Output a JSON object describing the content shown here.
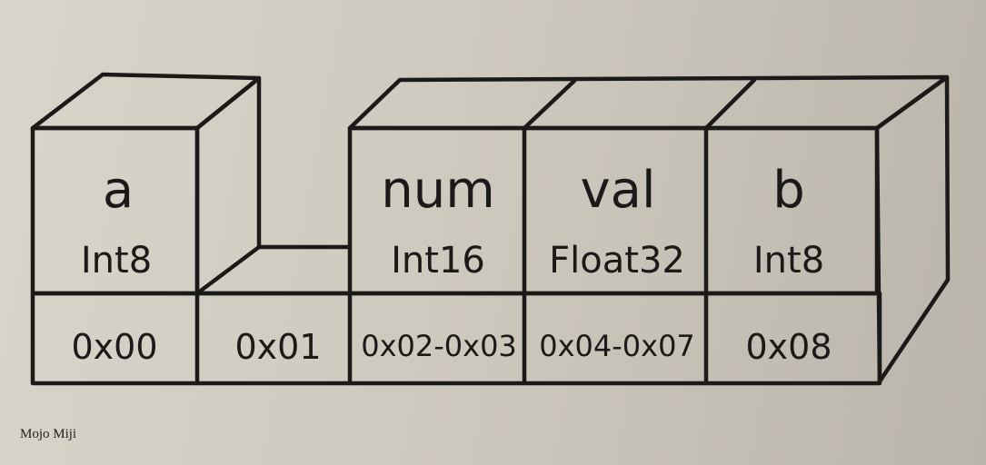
{
  "cells": [
    {
      "name": "a",
      "type": "Int8",
      "address": "0x00"
    },
    {
      "name": "",
      "type": "",
      "address": "0x01"
    },
    {
      "name": "num",
      "type": "Int16",
      "address": "0x02-0x03"
    },
    {
      "name": "val",
      "type": "Float32",
      "address": "0x04-0x07"
    },
    {
      "name": "b",
      "type": "Int8",
      "address": "0x08"
    }
  ],
  "watermark": "Mojo Miji",
  "colors": {
    "background": "#cdc8be",
    "stroke": "#1b1a18"
  }
}
